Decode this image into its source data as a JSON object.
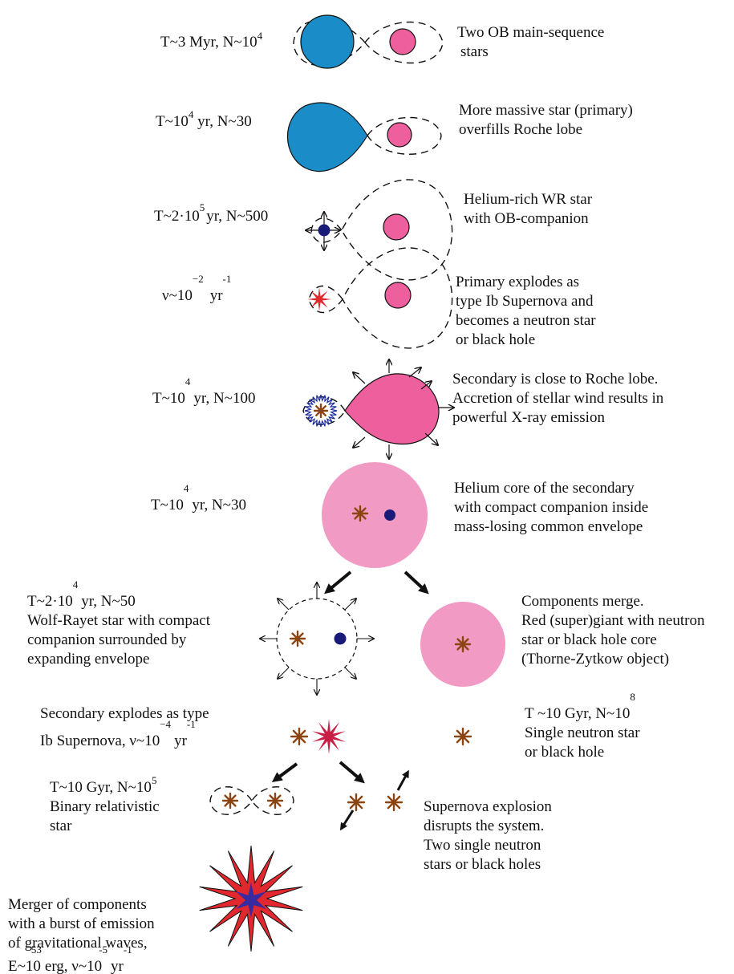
{
  "colors": {
    "ob_blue": "#1a8cc8",
    "ob_pink": "#ee5f9e",
    "envelope_pink": "#f09ac4",
    "wr_navy": "#1a1a78",
    "supernova_red": "#e0282e",
    "neutron_brown": "#8b4513",
    "burst_purple": "#3a2aa0"
  },
  "icons": [
    "dashed-roche-lobe",
    "asterisk-neutron-star",
    "star-burst-supernova",
    "outflow-arrow",
    "transition-arrow"
  ],
  "stages": {
    "s1": {
      "params": [
        "T~3 Myr, N~10",
        "4"
      ],
      "desc": [
        "Two OB main-sequence",
        "stars"
      ]
    },
    "s2": {
      "params": [
        "T~10",
        "4",
        " yr, N~30"
      ],
      "desc": [
        "More massive star (primary)",
        "overfills Roche lobe"
      ]
    },
    "s3": {
      "params": [
        "T~2·10",
        "5",
        "yr, N~500"
      ],
      "desc": [
        "Helium-rich WR star",
        "with OB-companion"
      ]
    },
    "s4": {
      "params": [
        "ν~10",
        "−2",
        "yr",
        "-1"
      ],
      "desc": [
        "Primary explodes as",
        "type Ib Supernova and",
        "becomes a neutron star",
        "or black hole"
      ]
    },
    "s5": {
      "params": [
        "T~10",
        "4",
        "yr, N~100"
      ],
      "desc": [
        "Secondary is close to Roche lobe.",
        "Accretion of stellar wind results in",
        "powerful X-ray emission"
      ]
    },
    "s6": {
      "params": [
        "T~10",
        "4",
        "yr, N~30"
      ],
      "desc": [
        "Helium core of the secondary",
        "with compact companion inside",
        "mass-losing common envelope"
      ]
    },
    "s7a": {
      "params": [
        "T~2·10",
        "4",
        "yr, N~50"
      ],
      "desc": [
        "Wolf-Rayet star with compact",
        "companion surrounded by",
        "expanding envelope"
      ]
    },
    "s7b": {
      "desc": [
        "Components merge.",
        "Red (super)giant with neutron",
        "star or black hole core",
        "(Thorne-Zytkow object)"
      ]
    },
    "s8a": {
      "desc": [
        "Secondary explodes as type",
        "Ib Supernova, ν~10",
        "−4",
        "yr",
        "-1"
      ]
    },
    "s8b": {
      "params": [
        "T ~10 Gyr,  N~10",
        "8"
      ],
      "desc": [
        "Single neutron star",
        "or black hole"
      ]
    },
    "s9a": {
      "params": [
        "T~10 Gyr, N~10",
        "5"
      ],
      "desc": [
        "Binary relativistic",
        "star"
      ]
    },
    "s9b": {
      "desc": [
        "Supernova explosion",
        "disrupts the system.",
        "Two single neutron",
        "stars or black holes"
      ]
    },
    "s10": {
      "desc": [
        "Merger of components",
        "with a burst of emission",
        "of gravitational waves,",
        "E~10",
        "53",
        "erg,  ν~10",
        "-5",
        "yr",
        "-1"
      ]
    }
  }
}
